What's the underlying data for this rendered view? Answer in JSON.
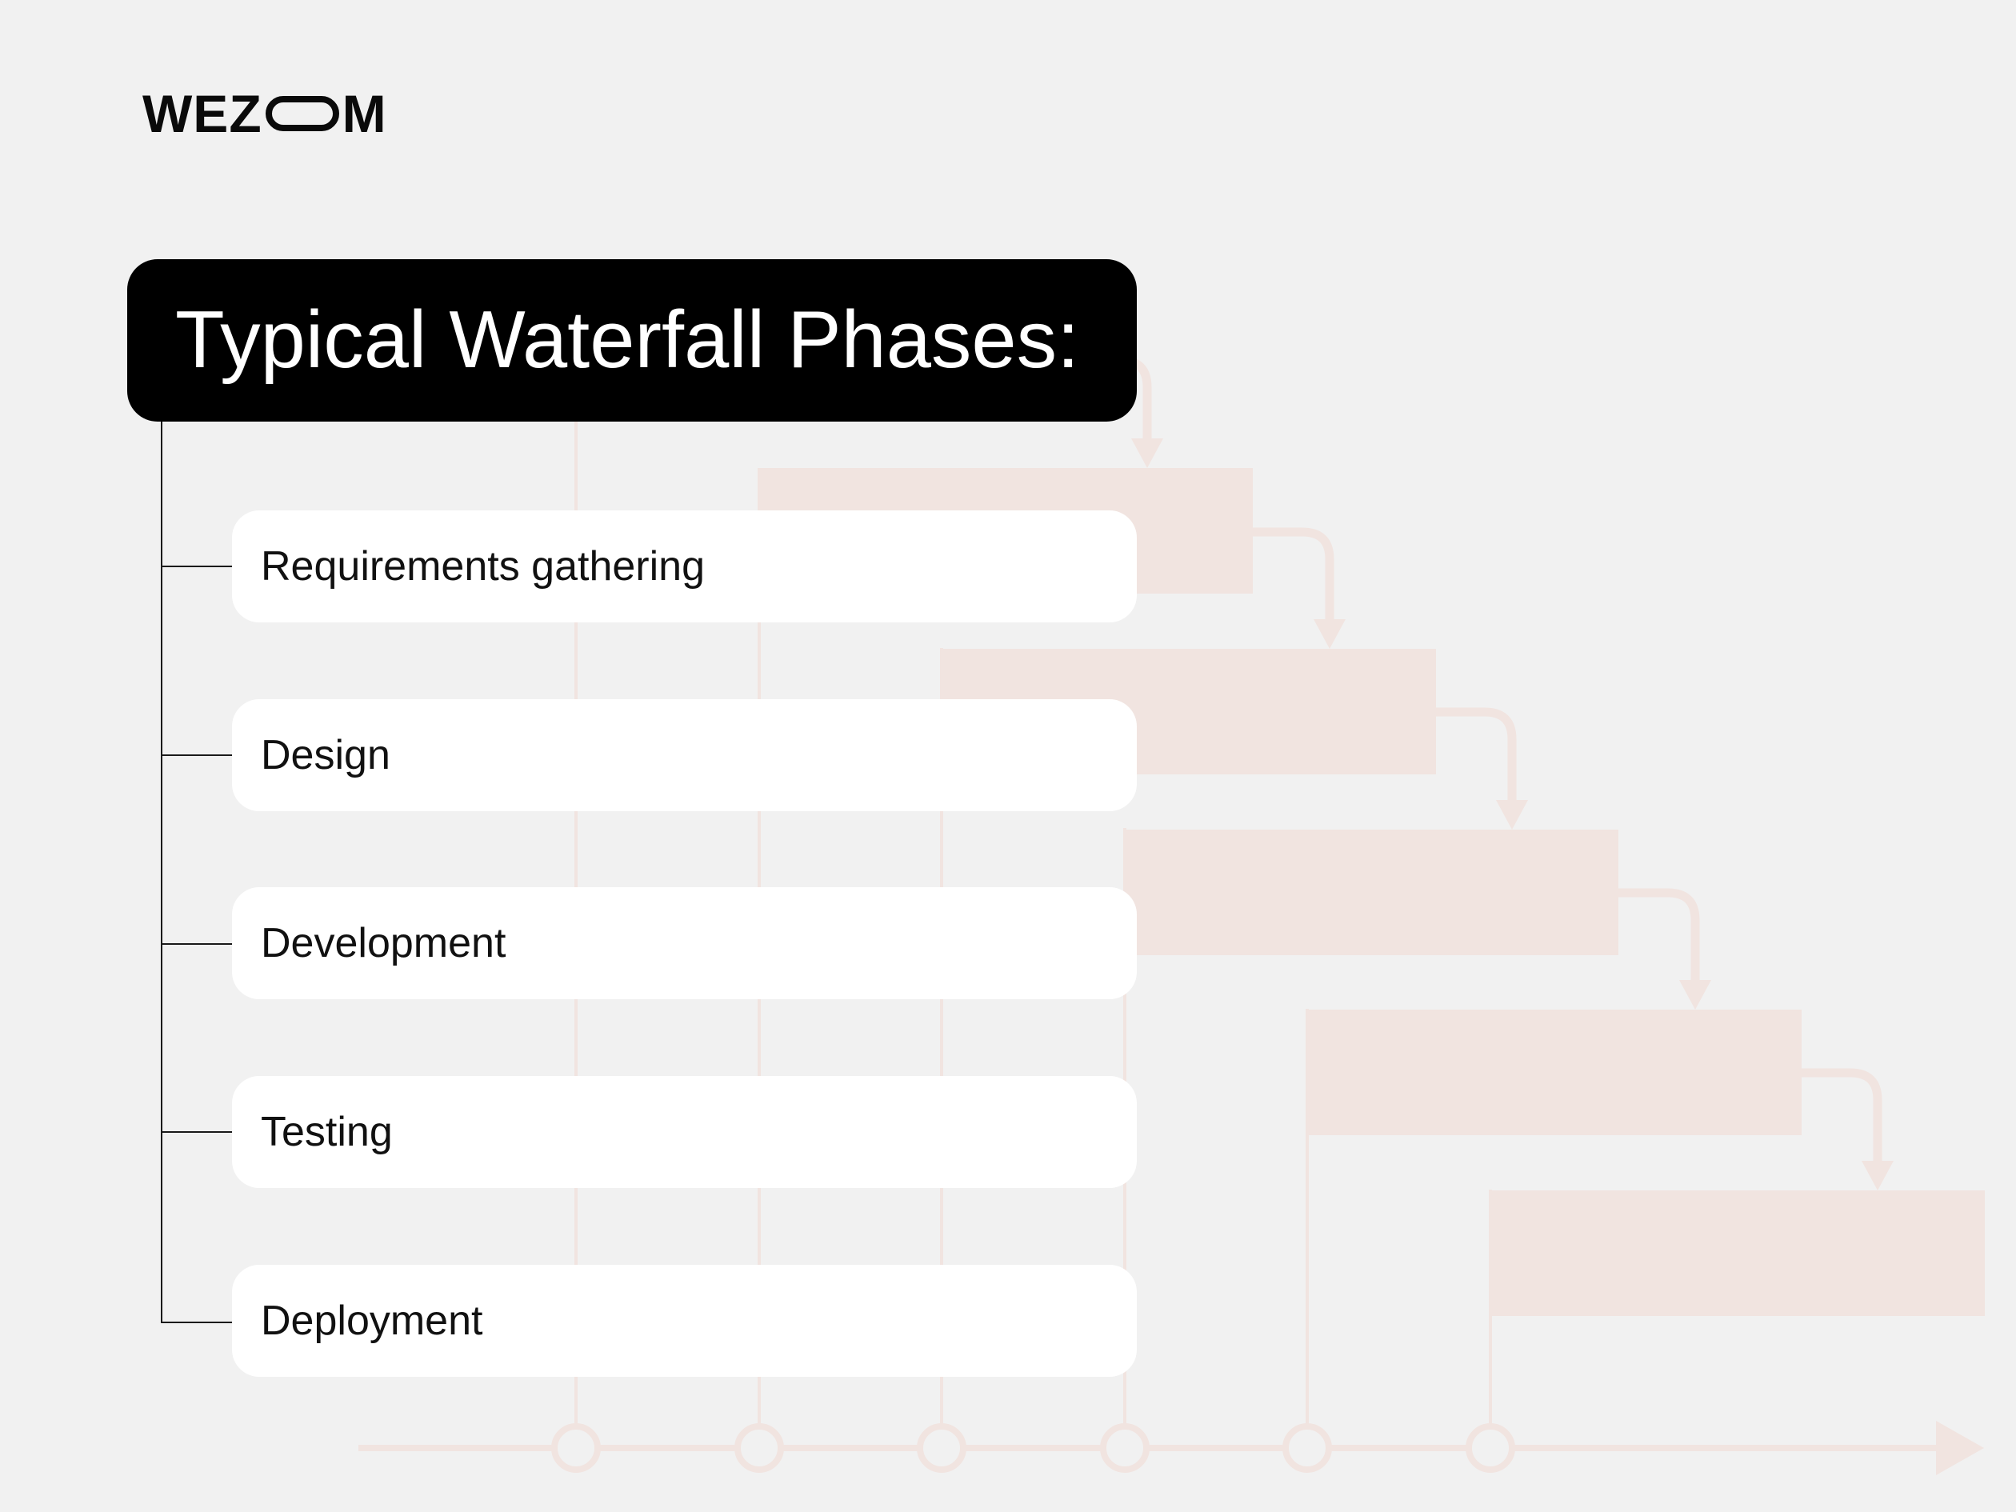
{
  "brand": {
    "logo_left": "WEZ",
    "logo_right": "M",
    "logo_full": "WEZOOM"
  },
  "title": "Typical Waterfall Phases:",
  "phases": [
    {
      "label": "Requirements gathering"
    },
    {
      "label": "Design"
    },
    {
      "label": "Development"
    },
    {
      "label": "Testing"
    },
    {
      "label": "Deployment"
    }
  ],
  "colors": {
    "background": "#f1f1f1",
    "title_bg": "#000000",
    "title_text": "#ffffff",
    "card_bg": "#ffffff",
    "decor": "#f1e4e0",
    "connector": "#1a1a1a"
  }
}
